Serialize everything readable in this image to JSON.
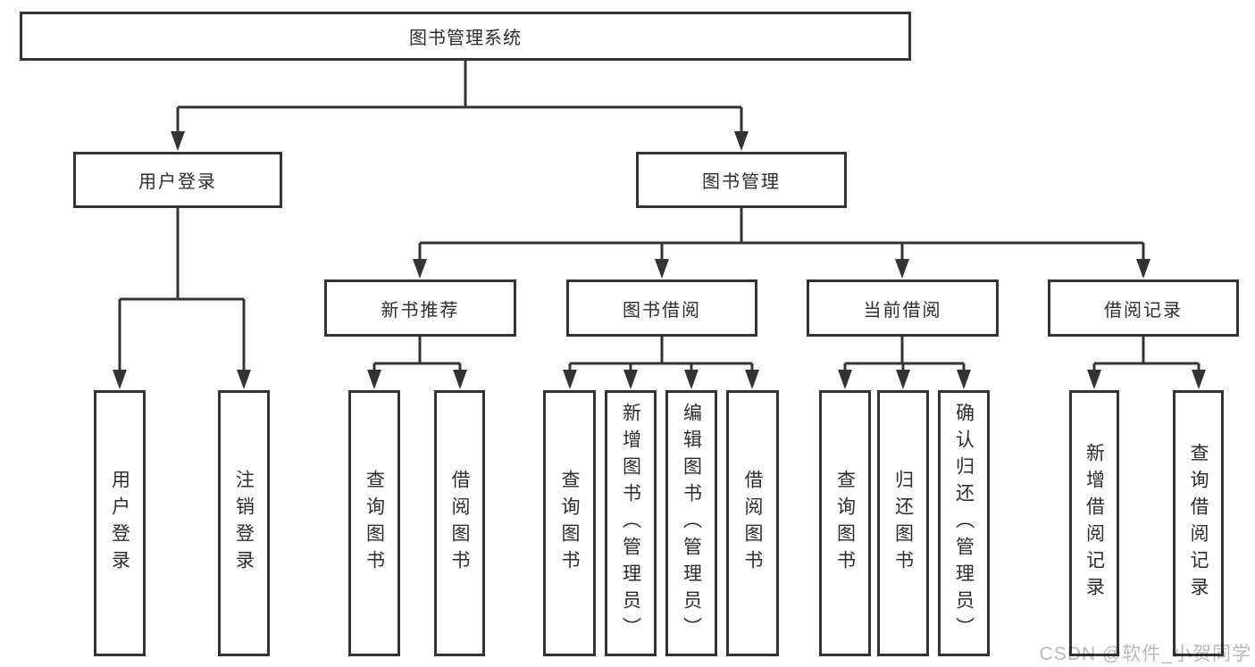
{
  "root": {
    "label": "图书管理系统"
  },
  "level2": [
    {
      "label": "用户登录"
    },
    {
      "label": "图书管理"
    }
  ],
  "level3": [
    {
      "label": "新书推荐",
      "parent": "图书管理"
    },
    {
      "label": "图书借阅",
      "parent": "图书管理"
    },
    {
      "label": "当前借阅",
      "parent": "图书管理"
    },
    {
      "label": "借阅记录",
      "parent": "图书管理"
    }
  ],
  "leaves": [
    {
      "label": "用户登录",
      "parent": "用户登录"
    },
    {
      "label": "注销登录",
      "parent": "用户登录"
    },
    {
      "label": "查询图书",
      "parent": "新书推荐"
    },
    {
      "label": "借阅图书",
      "parent": "新书推荐"
    },
    {
      "label": "查询图书",
      "parent": "图书借阅"
    },
    {
      "label": "新增图书（管理员）",
      "parent": "图书借阅"
    },
    {
      "label": "编辑图书（管理员）",
      "parent": "图书借阅"
    },
    {
      "label": "借阅图书",
      "parent": "图书借阅"
    },
    {
      "label": "查询图书",
      "parent": "当前借阅"
    },
    {
      "label": "归还图书",
      "parent": "当前借阅"
    },
    {
      "label": "确认归还（管理员）",
      "parent": "当前借阅"
    },
    {
      "label": "新增借阅记录",
      "parent": "借阅记录"
    },
    {
      "label": "查询借阅记录",
      "parent": "借阅记录"
    }
  ],
  "watermark": "CSDN @软件_小贺同学",
  "colors": {
    "line": "#333333",
    "text": "#2d2d2d",
    "box_background": "#ffffff",
    "watermark": "#b9b9b9"
  }
}
